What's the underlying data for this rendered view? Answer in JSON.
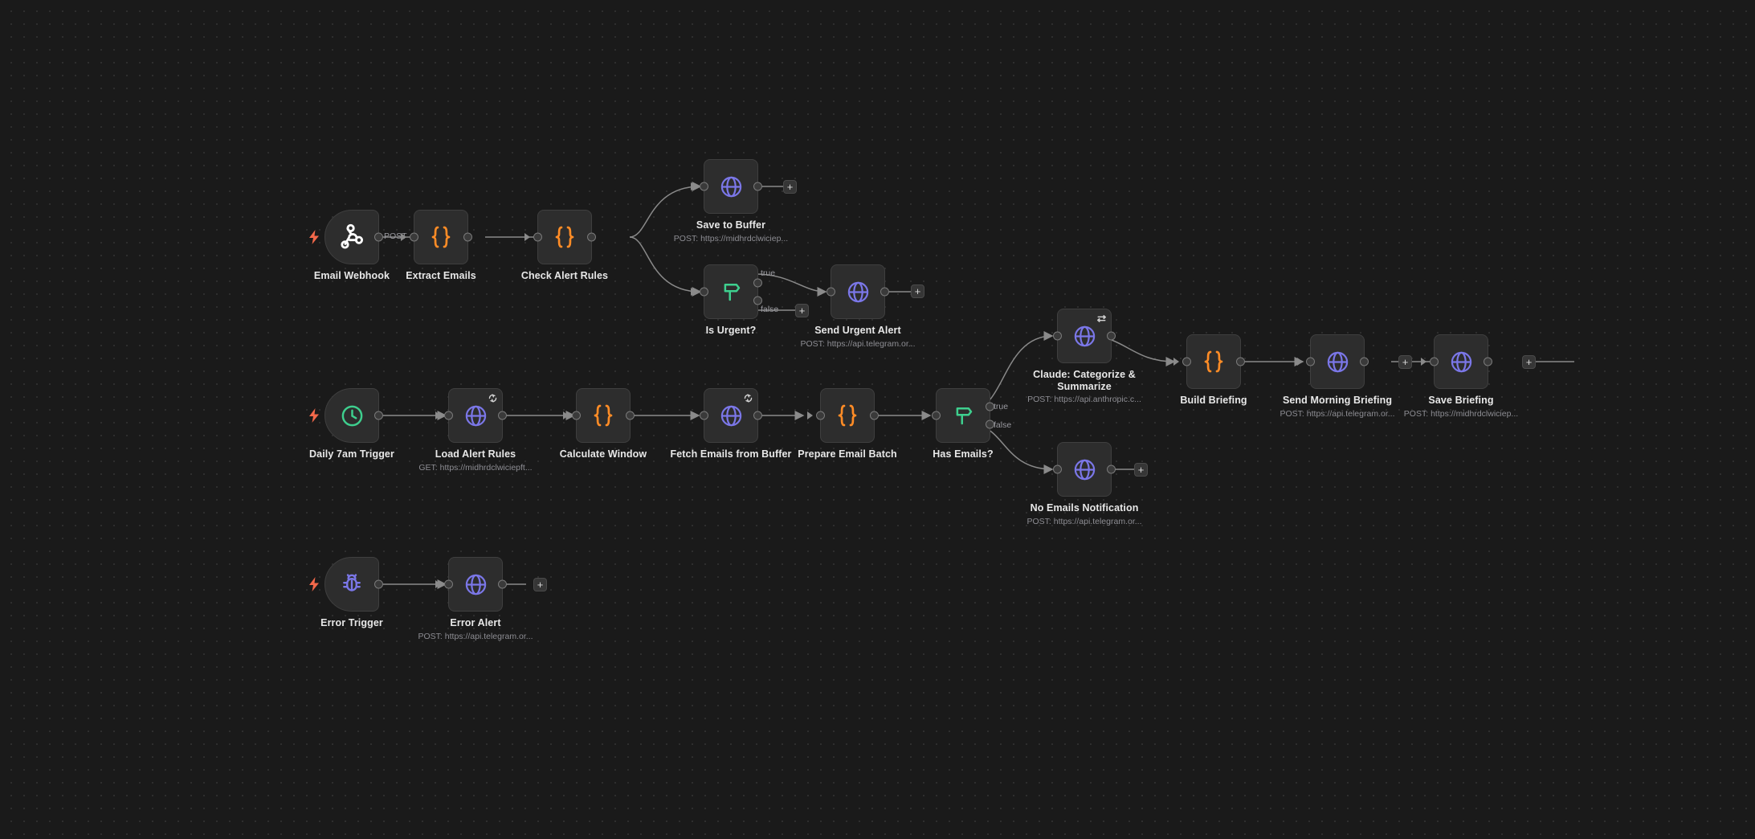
{
  "canvas": {
    "background_color": "#1a1a1a",
    "grid_dot_color": "#2e2e2e"
  },
  "colors": {
    "node_body": "#2d2d2d",
    "node_border": "#3f3f3f",
    "code_icon": "#ff8c26",
    "http_icon": "#7b77e8",
    "switch_icon": "#3ecf8e",
    "schedule_icon": "#3ecf8e",
    "bug_icon": "#7b77e8",
    "webhook_icon": "#ffffff",
    "bolt": "#f2684a",
    "connector": "#8a8a8a",
    "label_text": "#e8e8e8",
    "sub_text": "#8d8d93"
  },
  "nodes": [
    {
      "id": "email-webhook",
      "label": "Email Webhook",
      "subtitle": "",
      "icon": "webhook-icon",
      "type": "trigger",
      "badge": "",
      "has_bolt": true
    },
    {
      "id": "extract-emails",
      "label": "Extract Emails",
      "subtitle": "",
      "icon": "code-braces-icon",
      "type": "code",
      "badge": "",
      "has_bolt": false
    },
    {
      "id": "check-alert-rules",
      "label": "Check Alert Rules",
      "subtitle": "",
      "icon": "code-braces-icon",
      "type": "code",
      "badge": "",
      "has_bolt": false
    },
    {
      "id": "save-to-buffer",
      "label": "Save to Buffer",
      "subtitle": "POST: https://midhrdclwiciep...",
      "icon": "globe-icon",
      "type": "http",
      "badge": "",
      "has_bolt": false
    },
    {
      "id": "is-urgent",
      "label": "Is Urgent?",
      "subtitle": "",
      "icon": "signpost-icon",
      "type": "switch",
      "badge": "",
      "has_bolt": false
    },
    {
      "id": "send-urgent-alert",
      "label": "Send Urgent Alert",
      "subtitle": "POST: https://api.telegram.or...",
      "icon": "globe-icon",
      "type": "http",
      "badge": "",
      "has_bolt": false
    },
    {
      "id": "daily-7am-trigger",
      "label": "Daily 7am Trigger",
      "subtitle": "",
      "icon": "clock-icon",
      "type": "trigger",
      "badge": "",
      "has_bolt": true
    },
    {
      "id": "load-alert-rules",
      "label": "Load Alert Rules",
      "subtitle": "GET: https://midhrdclwiciepft...",
      "icon": "globe-icon",
      "type": "http",
      "badge": "retry-icon",
      "has_bolt": false
    },
    {
      "id": "calculate-window",
      "label": "Calculate Window",
      "subtitle": "",
      "icon": "code-braces-icon",
      "type": "code",
      "badge": "",
      "has_bolt": false
    },
    {
      "id": "fetch-emails-from-buffer",
      "label": "Fetch Emails from Buffer",
      "subtitle": "",
      "icon": "globe-icon",
      "type": "http",
      "badge": "retry-icon",
      "has_bolt": false
    },
    {
      "id": "prepare-email-batch",
      "label": "Prepare Email Batch",
      "subtitle": "",
      "icon": "code-braces-icon",
      "type": "code",
      "badge": "",
      "has_bolt": false
    },
    {
      "id": "has-emails",
      "label": "Has Emails?",
      "subtitle": "",
      "icon": "signpost-icon",
      "type": "switch",
      "badge": "",
      "has_bolt": false
    },
    {
      "id": "claude-categorize-summarize",
      "label": "Claude: Categorize & Summarize",
      "subtitle": "POST: https://api.anthropic.c...",
      "icon": "globe-icon",
      "type": "http",
      "badge": "loop-icon",
      "has_bolt": false
    },
    {
      "id": "no-emails-notification",
      "label": "No Emails Notification",
      "subtitle": "POST: https://api.telegram.or...",
      "icon": "globe-icon",
      "type": "http",
      "badge": "",
      "has_bolt": false
    },
    {
      "id": "build-briefing",
      "label": "Build Briefing",
      "subtitle": "",
      "icon": "code-braces-icon",
      "type": "code",
      "badge": "",
      "has_bolt": false
    },
    {
      "id": "send-morning-briefing",
      "label": "Send Morning Briefing",
      "subtitle": "POST: https://api.telegram.or...",
      "icon": "globe-icon",
      "type": "http",
      "badge": "",
      "has_bolt": false
    },
    {
      "id": "save-briefing",
      "label": "Save Briefing",
      "subtitle": "POST: https://midhrdclwiciep...",
      "icon": "globe-icon",
      "type": "http",
      "badge": "",
      "has_bolt": false
    },
    {
      "id": "error-trigger",
      "label": "Error Trigger",
      "subtitle": "",
      "icon": "bug-icon",
      "type": "trigger",
      "badge": "",
      "has_bolt": true
    },
    {
      "id": "error-alert",
      "label": "Error Alert",
      "subtitle": "POST: https://api.telegram.or...",
      "icon": "globe-icon",
      "type": "http",
      "badge": "",
      "has_bolt": false
    }
  ],
  "edge_labels": {
    "webhook_method": "POST",
    "is_urgent_true": "true",
    "is_urgent_false": "false",
    "has_emails_true": "true",
    "has_emails_false": "false"
  },
  "plus_buttons": {
    "label": "+",
    "count": 6
  }
}
